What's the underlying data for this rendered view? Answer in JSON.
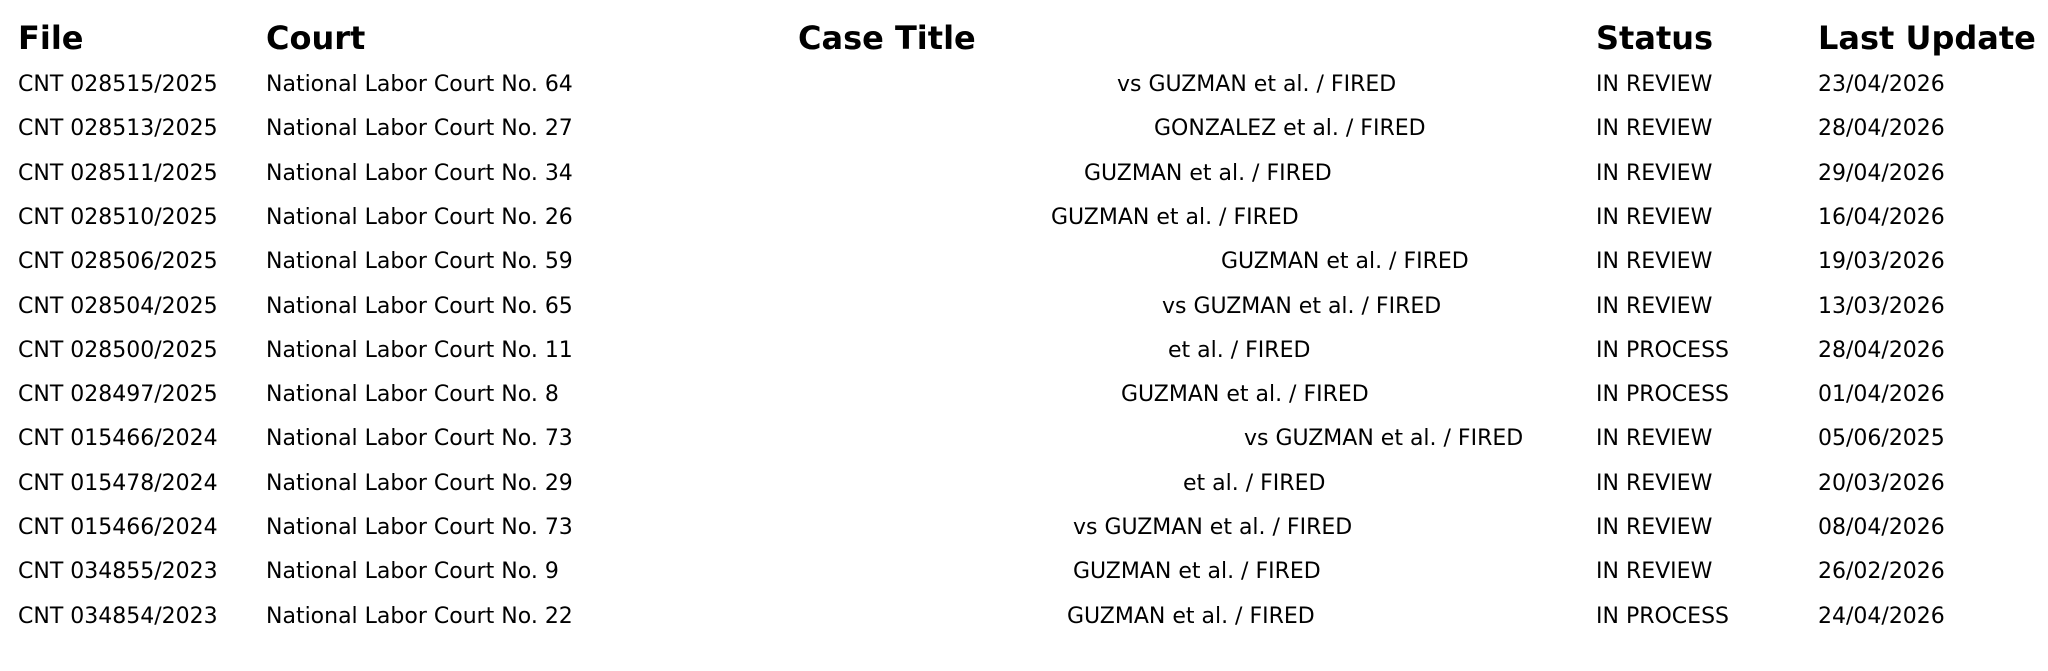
{
  "header": {
    "file": "File",
    "court": "Court",
    "case_title": "Case Title",
    "status": "Status",
    "last_update": "Last Update"
  },
  "rows": [
    {
      "file": "CNT 028515/2025",
      "court": "National Labor Court No. 64",
      "case_title": "vs GUZMAN et al. / FIRED",
      "status": "IN REVIEW",
      "last_update": "23/04/2026"
    },
    {
      "file": "CNT 028513/2025",
      "court": "National Labor Court No. 27",
      "case_title": "GONZALEZ et al. / FIRED",
      "status": "IN REVIEW",
      "last_update": "28/04/2026"
    },
    {
      "file": "CNT 028511/2025",
      "court": "National Labor Court No. 34",
      "case_title": "GUZMAN et al. / FIRED",
      "status": "IN REVIEW",
      "last_update": "29/04/2026"
    },
    {
      "file": "CNT 028510/2025",
      "court": "National Labor Court No. 26",
      "case_title": "GUZMAN et al. / FIRED",
      "status": "IN REVIEW",
      "last_update": "16/04/2026"
    },
    {
      "file": "CNT 028506/2025",
      "court": "National Labor Court No. 59",
      "case_title": "GUZMAN et al. / FIRED",
      "status": "IN REVIEW",
      "last_update": "19/03/2026"
    },
    {
      "file": "CNT 028504/2025",
      "court": "National Labor Court No. 65",
      "case_title": "vs GUZMAN et al. / FIRED",
      "status": "IN REVIEW",
      "last_update": "13/03/2026"
    },
    {
      "file": "CNT 028500/2025",
      "court": "National Labor Court No. 11",
      "case_title": "et al. / FIRED",
      "status": "IN PROCESS",
      "last_update": "28/04/2026"
    },
    {
      "file": "CNT 028497/2025",
      "court": "National Labor Court No. 8",
      "case_title": "GUZMAN et al. / FIRED",
      "status": "IN PROCESS",
      "last_update": "01/04/2026"
    },
    {
      "file": "CNT 015466/2024",
      "court": "National Labor Court No. 73",
      "case_title": "vs GUZMAN et al. / FIRED",
      "status": "IN REVIEW",
      "last_update": "05/06/2025"
    },
    {
      "file": "CNT 015478/2024",
      "court": "National Labor Court No. 29",
      "case_title": "et al. / FIRED",
      "status": "IN REVIEW",
      "last_update": "20/03/2026"
    },
    {
      "file": "CNT 015466/2024",
      "court": "National Labor Court No. 73",
      "case_title": "vs GUZMAN et al. / FIRED",
      "status": "IN REVIEW",
      "last_update": "08/04/2026"
    },
    {
      "file": "CNT 034855/2023",
      "court": "National Labor Court No. 9",
      "case_title": "GUZMAN et al. / FIRED",
      "status": "IN REVIEW",
      "last_update": "26/02/2026"
    },
    {
      "file": "CNT 034854/2023",
      "court": "National Labor Court No. 22",
      "case_title": "GUZMAN et al. / FIRED",
      "status": "IN PROCESS",
      "last_update": "24/04/2026"
    }
  ]
}
